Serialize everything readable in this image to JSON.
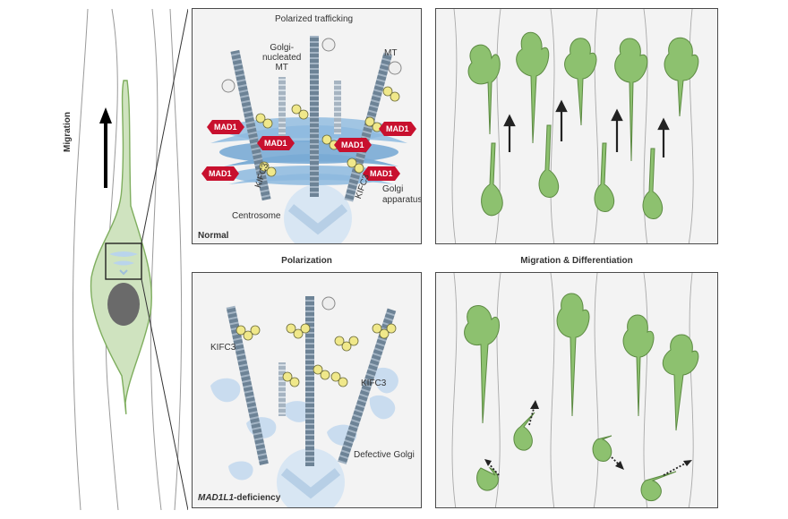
{
  "left": {
    "migration_label": "Migration"
  },
  "captions": {
    "polarization": "Polarization",
    "migration_differentiation": "Migration & Differentiation"
  },
  "normal_panel": {
    "title_top": "Polarized trafficking",
    "golgi_mt": "Golgi-\nnucleated\nMT",
    "mt": "MT",
    "mad1": "MAD1",
    "kifc3": "KIFC3",
    "golgi_apparatus": "Golgi\napparatus",
    "centrosome": "Centrosome",
    "corner_label": "Normal"
  },
  "deficient_panel": {
    "kifc3": "KIFC3",
    "defective_golgi": "Defective Golgi",
    "corner_label_italic": "MAD1L1",
    "corner_label_rest": "-deficiency"
  },
  "colors": {
    "cell_green": "#8dc16f",
    "cell_green_light": "#cfe3bf",
    "golgi_blue": "#7eaed6",
    "golgi_light": "#c9dcef",
    "mad1_red": "#c8102e",
    "motor_yellow": "#f0e88a",
    "microtubule": "#5b7288",
    "panel_bg": "#f3f3f3"
  }
}
